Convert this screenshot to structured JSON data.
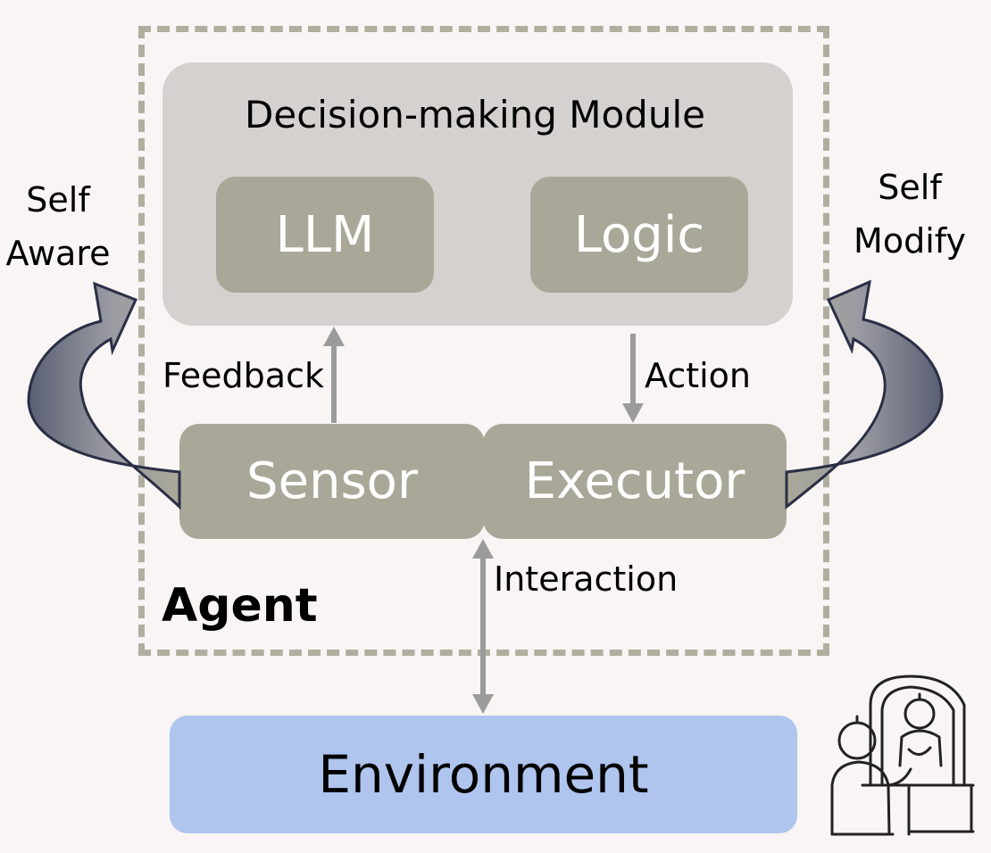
{
  "diagram": {
    "decision_module": {
      "title": "Decision-making Module",
      "llm": "LLM",
      "logic": "Logic"
    },
    "sensor": "Sensor",
    "executor": "Executor",
    "feedback": "Feedback",
    "action": "Action",
    "interaction": "Interaction",
    "agent": "Agent",
    "self_aware_line1": "Self",
    "self_aware_line2": "Aware",
    "self_modify_line1": "Self",
    "self_modify_line2": "Modify",
    "environment": "Environment"
  },
  "colors": {
    "background": "#f8f5f4",
    "dashed_border": "#b0ae9f",
    "decision_box": "#d4d1cf",
    "module_fill": "#a9a898",
    "environment_fill": "#afc5ee",
    "arrow_gray": "#9b9b9b",
    "curved_arrow_outline": "#2b2f45"
  },
  "icons": [
    "robot-mirror-icon"
  ]
}
